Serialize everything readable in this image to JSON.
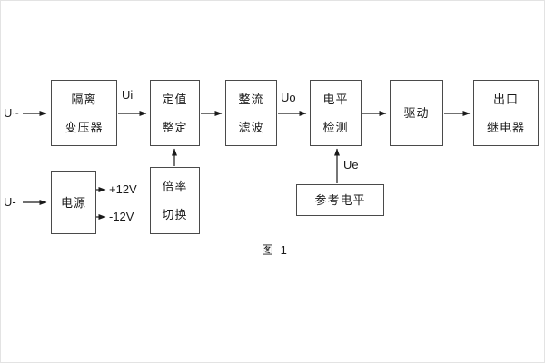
{
  "diagram": {
    "caption": "图 1",
    "labels": {
      "u_ac": "U~",
      "u_dc": "U-",
      "ui": "Ui",
      "uo": "Uo",
      "ue": "Ue",
      "plus12": "+12V",
      "minus12": "-12V"
    },
    "blocks": {
      "transformer": {
        "line1": "隔离",
        "line2": "变压器"
      },
      "setting": {
        "line1": "定值",
        "line2": "整定"
      },
      "rectifier": {
        "line1": "整流",
        "line2": "滤波"
      },
      "detector": {
        "line1": "电平",
        "line2": "检测"
      },
      "driver": {
        "label": "驱动"
      },
      "relay": {
        "line1": "出口",
        "line2": "继电器"
      },
      "power": {
        "label": "电源"
      },
      "ratio": {
        "line1": "倍率",
        "line2": "切换"
      },
      "reference": {
        "label": "参考电平"
      }
    },
    "colors": {
      "ink": "#1a1a1a",
      "background": "#ffffff"
    }
  }
}
